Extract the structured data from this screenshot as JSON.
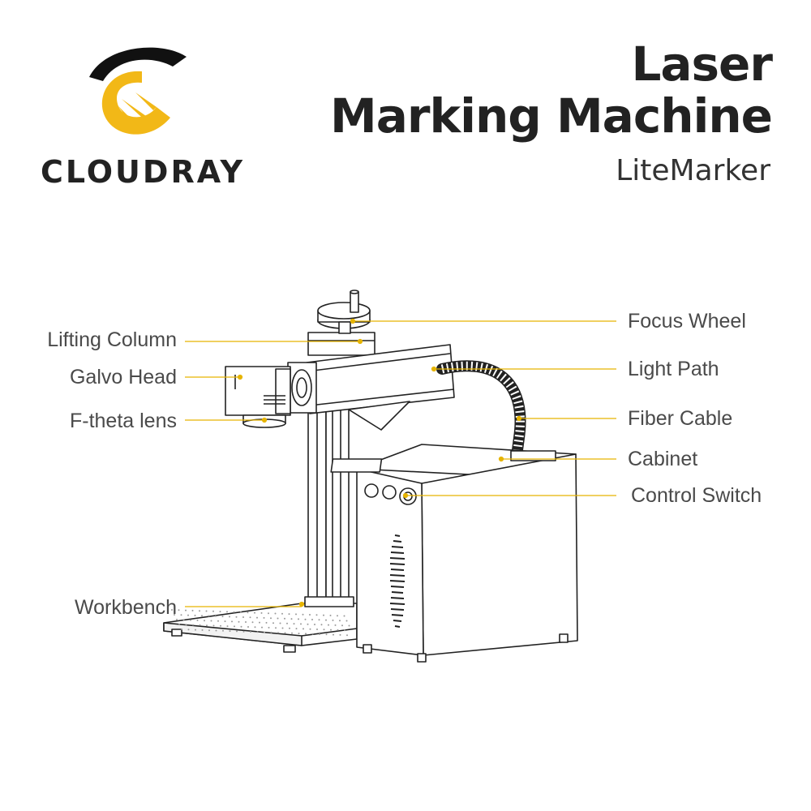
{
  "brand": {
    "name": "CLOUDRAY",
    "colors": {
      "accent": "#f2b817",
      "dark": "#111111",
      "line": "#e6b400"
    }
  },
  "header": {
    "title_line1": "Laser",
    "title_line2": "Marking Machine",
    "subtitle": "LiteMarker"
  },
  "labels_left": [
    {
      "text": "Lifting Column"
    },
    {
      "text": "Galvo Head"
    },
    {
      "text": "F-theta lens"
    },
    {
      "text": "Workbench"
    }
  ],
  "labels_right": [
    {
      "text": "Focus Wheel"
    },
    {
      "text": "Light Path"
    },
    {
      "text": "Fiber Cable"
    },
    {
      "text": "Cabinet"
    },
    {
      "text": "Control Switch"
    }
  ]
}
